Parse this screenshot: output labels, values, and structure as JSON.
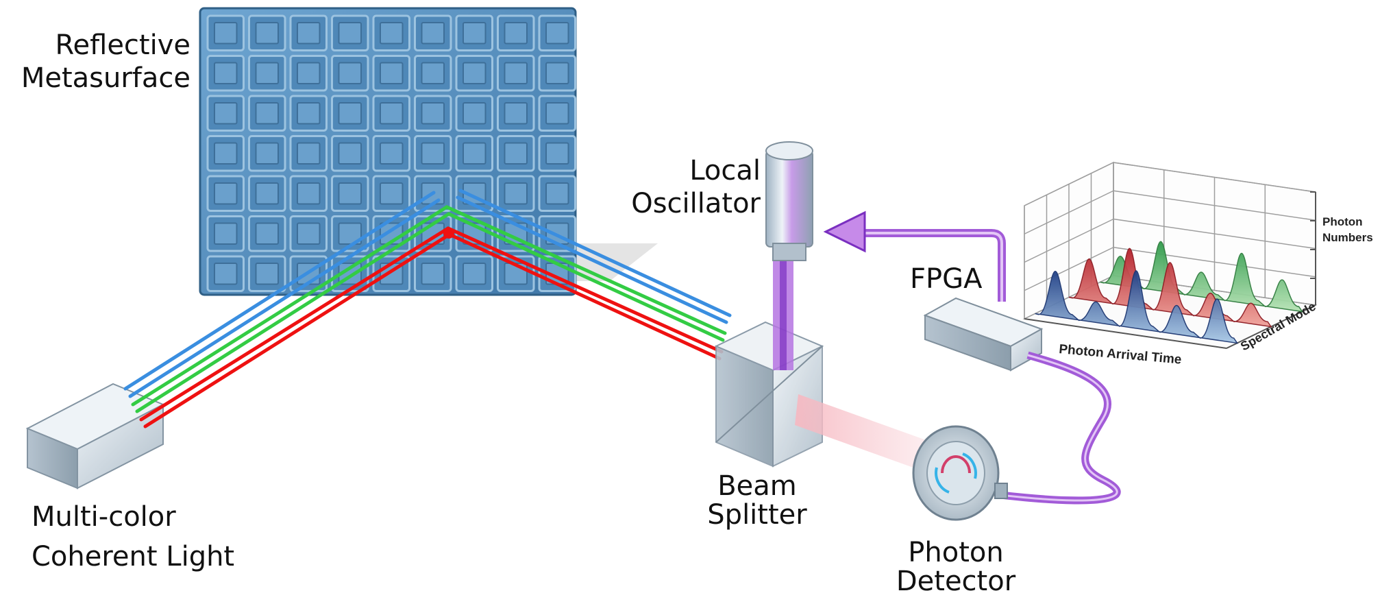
{
  "labels": {
    "metasurface": [
      "Reflective",
      "Metasurface"
    ],
    "source": [
      "Multi-color",
      "Coherent Light"
    ],
    "local_oscillator": [
      "Local",
      "Oscillator"
    ],
    "fpga": "FPGA",
    "beam_splitter": [
      "Beam",
      "Splitter"
    ],
    "photon_detector": [
      "Photon",
      "Detector"
    ]
  },
  "plot": {
    "x_label": "Photon Arrival Time",
    "y_label": "Spectral Mode",
    "z_label": [
      "Photon",
      "Numbers"
    ]
  },
  "colors": {
    "metasurface": "#5b93c2",
    "beam_blue": "#3a8ee0",
    "beam_green": "#33cc44",
    "beam_red": "#ee1111",
    "fiber_purple": "#a25bd8",
    "device_gray": "#c9d7e2"
  }
}
